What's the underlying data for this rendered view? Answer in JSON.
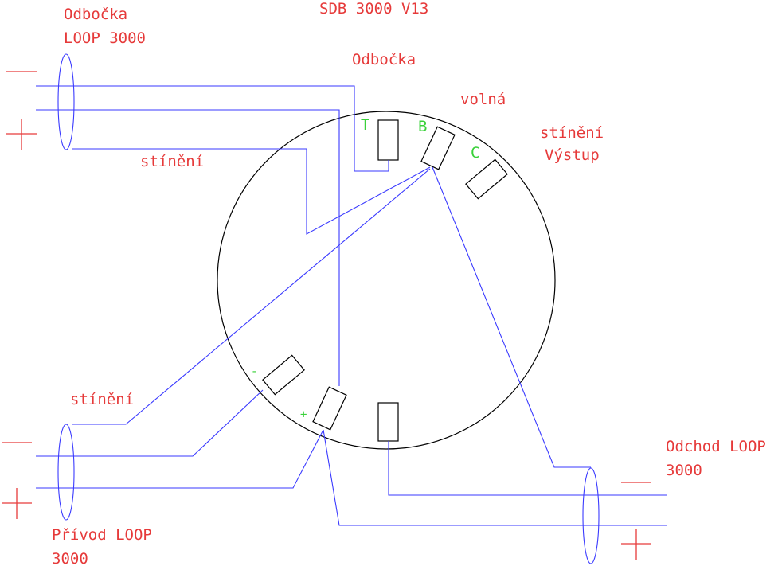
{
  "title": "SDB 3000 V13",
  "labels": {
    "odbocka_loop_line1": "Odbočka",
    "odbocka_loop_line2": "LOOP 3000",
    "odbocka": "Odbočka",
    "volna": "volná",
    "stineni_vystup_line1": "stínění",
    "stineni_vystup_line2": "Výstup",
    "stineni_top": "stínění",
    "stineni_bottom": "stínění",
    "odchod_line1": "Odchod LOOP",
    "odchod_line2": "3000",
    "privod_line1": "Přívod LOOP",
    "privod_line2": "3000"
  },
  "terminals": {
    "t": "T",
    "b": "B",
    "c": "C",
    "minus": "-",
    "plus": "+"
  },
  "colors": {
    "label": "#e63a3a",
    "terminal_label": "#3ad13a",
    "wire": "#3a3aff",
    "outline": "#000000"
  }
}
